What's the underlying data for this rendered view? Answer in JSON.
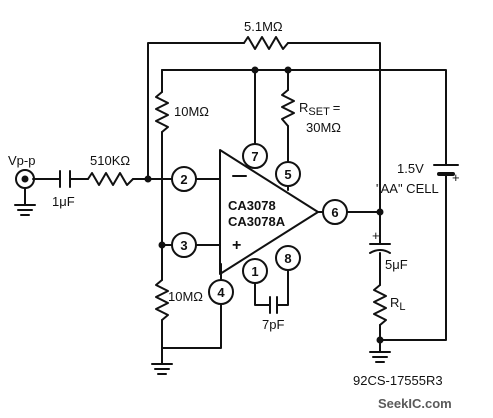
{
  "labels": {
    "r_feedback": "5.1MΩ",
    "input_label": "Vp-p",
    "cap_in": "1μF",
    "r_in": "510KΩ",
    "r_bias_top": "10MΩ",
    "r_bias_bottom": "10MΩ",
    "rset_name": "R",
    "rset_sub": "SET",
    "rset_eq": "=",
    "rset_value": "30MΩ",
    "battery_voltage": "1.5V",
    "battery_cell": "\"AA\" CELL",
    "battery_plus": "+",
    "cap_out": "5μF",
    "cap_out_plus": "+",
    "load_name": "R",
    "load_sub": "L",
    "comp_cap": "7pF",
    "part_1": "CA3078",
    "part_2": "CA3078A",
    "minus_sign": "−",
    "plus_sign": "+",
    "figure_ref": "92CS-17555R3",
    "watermark": "SeekIC.com"
  },
  "pins": {
    "p2": "2",
    "p3": "3",
    "p4": "4",
    "p5": "5",
    "p6": "6",
    "p7": "7",
    "p8": "8",
    "p1": "1"
  }
}
